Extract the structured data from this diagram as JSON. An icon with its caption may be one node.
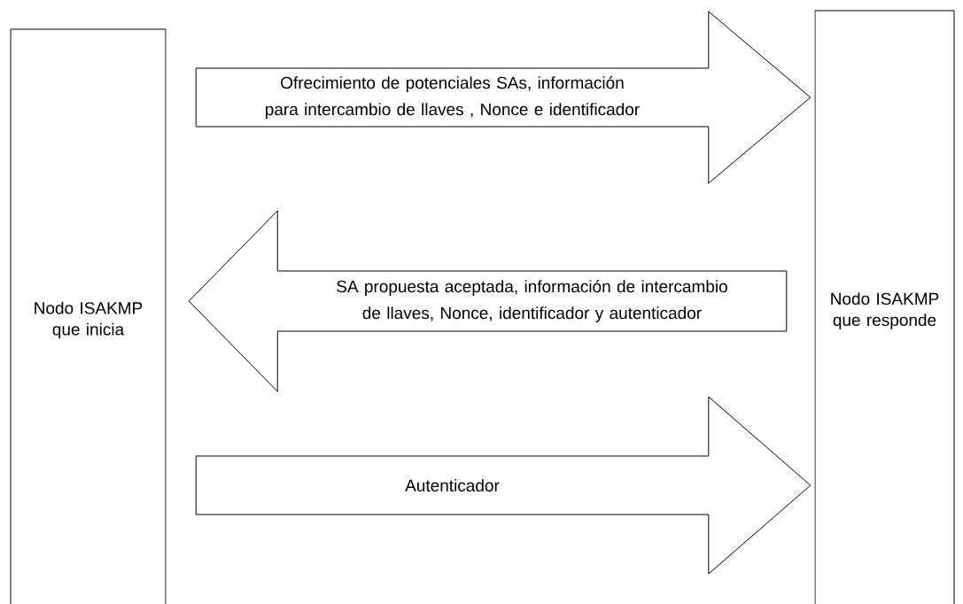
{
  "diagram": {
    "nodes": [
      {
        "text": [
          "Nodo ISAKMP que inicia"
        ]
      },
      {
        "text": [
          "Nodo ISAKMP que responde"
        ]
      }
    ],
    "edges": [
      {
        "from": 0,
        "to": 1,
        "arrow": "to",
        "label": "Ofrecimiento de potenciales SAs, información para intercambio de llaves , Nonce e identificador"
      },
      {
        "from": 1,
        "to": 0,
        "arrow": "to",
        "label": "SA propuesta aceptada, información de intercambio de llaves, Nonce, identificador y autenticador"
      },
      {
        "from": 0,
        "to": 1,
        "arrow": "to",
        "label": "Autenticador"
      }
    ]
  }
}
